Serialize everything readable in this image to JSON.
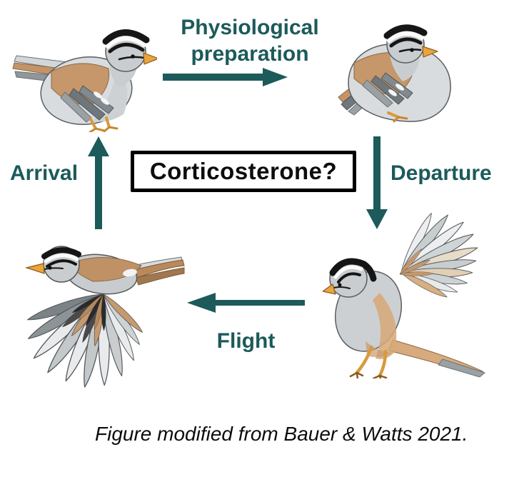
{
  "figure": {
    "stages": {
      "preparation": "Physiological preparation",
      "departure": "Departure",
      "flight": "Flight",
      "arrival": "Arrival"
    },
    "center_box_label": "Corticosterone?",
    "caption": "Figure modified from Bauer & Watts 2021.",
    "icons": {
      "top_arrow": "arrow-right",
      "right_arrow": "arrow-down",
      "bottom_arrow": "arrow-left",
      "left_arrow": "arrow-up"
    },
    "birds": {
      "top_left": "lean sparrow perched",
      "top_right": "fattened sparrow perched",
      "bottom_right": "sparrow taking off",
      "bottom_left": "sparrow in flight"
    },
    "colors": {
      "accent_teal": "#1d5a5a",
      "box_border": "#000000",
      "text_black": "#0c0c0c",
      "background": "#ffffff"
    }
  }
}
